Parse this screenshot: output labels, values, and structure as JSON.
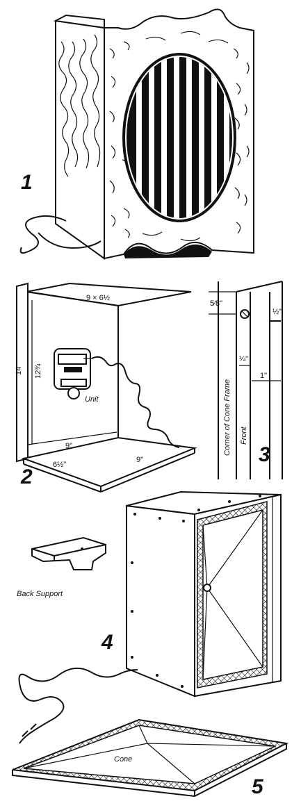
{
  "figures": {
    "fig1": {
      "number": "1"
    },
    "fig2": {
      "number": "2",
      "top_board": "9 × 6½",
      "height_outer": "14",
      "height_inner": "12¾",
      "unit_label": "Unit",
      "width_label": "9\"",
      "bottom_depth": "6½\"",
      "bottom_width": "9\""
    },
    "fig3": {
      "number": "3",
      "dim_a": "5⁄8\"",
      "dim_b": "½\"",
      "dim_c": "¼\"",
      "dim_d": "1\"",
      "label_corner": "Corner of Cone Frame",
      "label_front": "Front"
    },
    "fig4": {
      "number": "4",
      "back_support_label": "Back Support"
    },
    "fig5": {
      "number": "5",
      "cone_label": "Cone"
    }
  }
}
